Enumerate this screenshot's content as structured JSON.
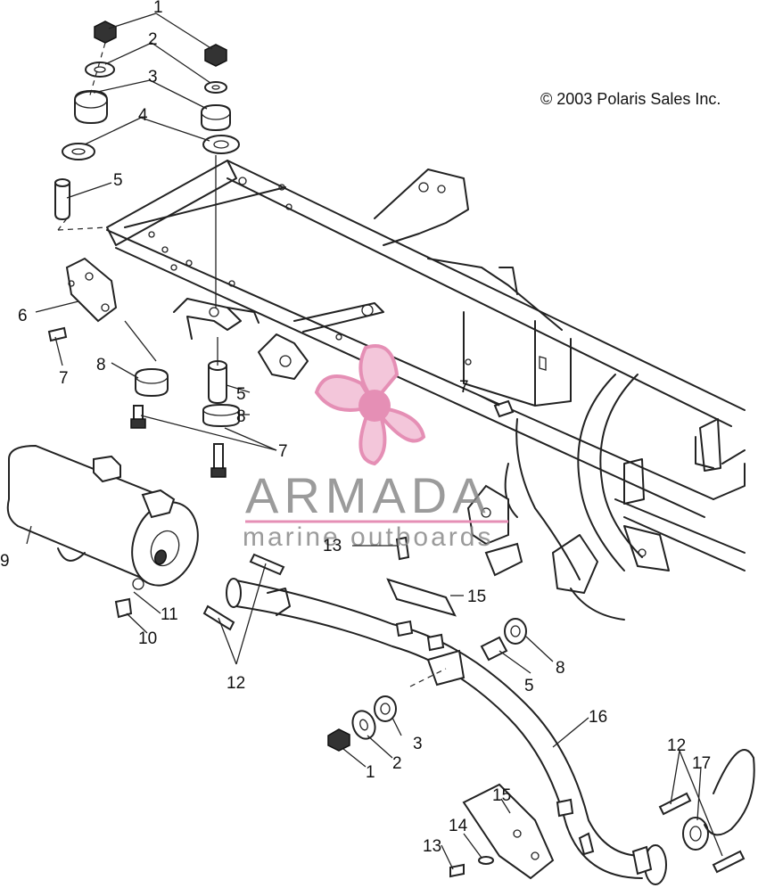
{
  "copyright": "© 2003 Polaris Sales Inc.",
  "watermark": {
    "brand": "ARMADA",
    "tagline": "marine outboards",
    "accent_color": "#e58fb5",
    "text_color": "#8a8a8a"
  },
  "callouts": [
    "1",
    "2",
    "3",
    "4",
    "5",
    "6",
    "7",
    "8",
    "9",
    "10",
    "11",
    "12",
    "13",
    "14",
    "15",
    "16",
    "17"
  ]
}
